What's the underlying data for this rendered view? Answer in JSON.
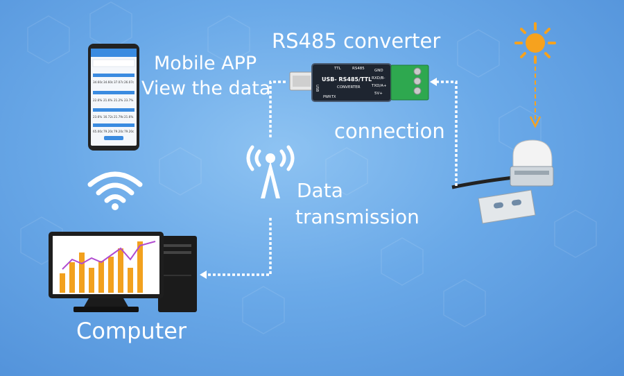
{
  "labels": {
    "mobile_app_line1": "Mobile APP",
    "mobile_app_line2": "View the data",
    "converter_title": "RS485 converter",
    "connection": "connection",
    "data_transmission_line1": "Data",
    "data_transmission_line2": "transmission",
    "computer": "Computer"
  },
  "converter_device": {
    "top_labels": [
      "TTL",
      "RS485"
    ],
    "model": "USB- RS485/TTL",
    "subtitle": "CONVERTER",
    "pins": [
      "GND",
      "RXD/B-",
      "TXD/A+",
      "5V+"
    ],
    "port_label": "USB",
    "leds": [
      "PWR",
      "TX"
    ]
  },
  "phone_screen": {
    "rows": [
      [
        "34.60c",
        "34.60c",
        "37.07c",
        "26.07c"
      ],
      [
        "22.6%",
        "21.6%",
        "21.2%",
        "23.7%"
      ],
      [
        "23.6%",
        "16.72c",
        "21.79c",
        "21.6%"
      ],
      [
        "65.00c",
        "79.20c",
        "79.20c",
        "79.20c"
      ]
    ]
  },
  "colors": {
    "background": "#6aa9e8",
    "sun": "#f6a21e",
    "terminal_block": "#2ea84f",
    "bar_orange": "#f2a11e",
    "trend_line": "#b04bd0"
  }
}
